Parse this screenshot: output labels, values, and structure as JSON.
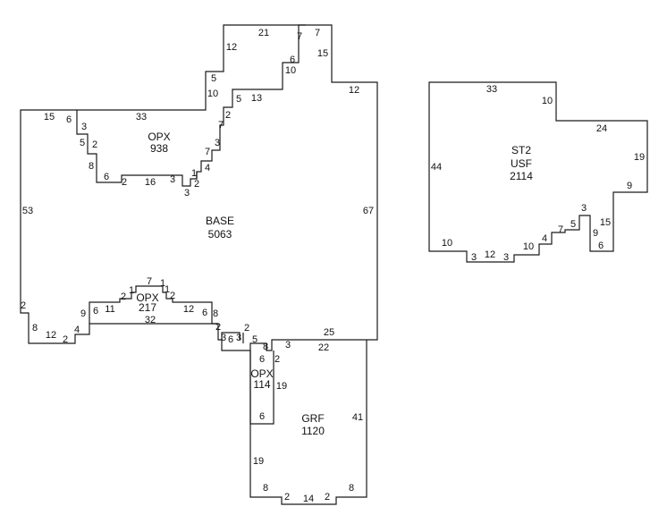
{
  "areas": {
    "base": {
      "name": "BASE",
      "size": "5063"
    },
    "opx_top": {
      "name": "OPX",
      "size": "938"
    },
    "opx_mid": {
      "name": "OPX",
      "size": "217"
    },
    "opx_low": {
      "name": "OPX",
      "size": "114"
    },
    "grf": {
      "name": "GRF",
      "size": "1120"
    },
    "st2": {
      "name": "ST2",
      "type": "USF",
      "size": "2114"
    }
  },
  "dims": {
    "base": {
      "d15": "15",
      "d6a": "6",
      "d33": "33",
      "d5a": "5",
      "d10a": "10",
      "d12a": "12",
      "d21": "21",
      "d7a": "7",
      "d7b": "7",
      "d15b": "15",
      "d6b": "6",
      "d10b": "10",
      "d12b": "12",
      "d5b": "5",
      "d13": "13",
      "d2a": "2",
      "d7c": "7",
      "d3a": "3",
      "d7d": "7",
      "d4a": "4",
      "d1a": "1",
      "d2b": "2",
      "d3b": "3",
      "d53": "53",
      "d67": "67",
      "d2c": "2",
      "d8a": "8",
      "d12c": "12",
      "d2d": "2",
      "d4b": "4",
      "d9": "9",
      "d25": "25"
    },
    "opx_top": {
      "d3": "3",
      "d5": "5",
      "d2a": "2",
      "d8": "8",
      "d6": "6",
      "d2b": "2",
      "d16": "16",
      "d3b": "3"
    },
    "opx_mid": {
      "d6a": "6",
      "d11": "11",
      "d2a": "2",
      "d1a": "1",
      "d7": "7",
      "d1b": "1",
      "d1c": "1",
      "d2b": "2",
      "d12": "12",
      "d6b": "6",
      "d8": "8",
      "d32": "32",
      "d2c": "2",
      "d3a": "3",
      "d6c": "6",
      "d3b": "3",
      "d2d": "2",
      "d5": "5"
    },
    "opx_low": {
      "d6a": "6",
      "d19": "19",
      "d6b": "6"
    },
    "grf": {
      "d8a": "8",
      "d2a": "2",
      "d3": "3",
      "d22": "22",
      "d41": "41",
      "d19": "19",
      "d8b": "8",
      "d2b": "2",
      "d14": "14",
      "d2c": "2",
      "d8c": "8"
    },
    "st2": {
      "d33": "33",
      "d10a": "10",
      "d24": "24",
      "d19": "19",
      "d9a": "9",
      "d44": "44",
      "d3a": "3",
      "d15": "15",
      "d9b": "9",
      "d6": "6",
      "d5": "5",
      "d7": "7",
      "d4": "4",
      "d10b": "10",
      "d3b": "3",
      "d12": "12",
      "d3c": "3",
      "d10c": "10"
    }
  }
}
